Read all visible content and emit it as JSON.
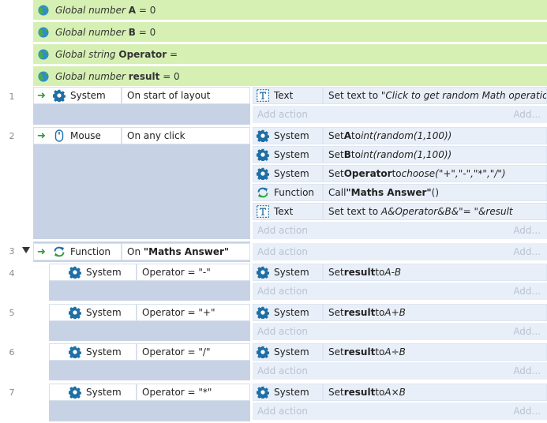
{
  "globals": [
    {
      "type": "Global number",
      "name": "A",
      "value": "= 0"
    },
    {
      "type": "Global number",
      "name": "B",
      "value": "= 0"
    },
    {
      "type": "Global string",
      "name": "Operator",
      "value": "="
    },
    {
      "type": "Global number",
      "name": "result",
      "value": "= 0"
    }
  ],
  "events": {
    "e1": {
      "num": "1",
      "object": "System",
      "condition": "On start of layout",
      "act1": {
        "object": "Text",
        "pre": "Set text to ",
        "param": "\"Click to get random Math operation\""
      }
    },
    "e2": {
      "num": "2",
      "object": "Mouse",
      "condition": "On any click",
      "act1": {
        "object": "System",
        "pre": "Set ",
        "name": "A",
        "mid": " to ",
        "param": "int(random(1,100))"
      },
      "act2": {
        "object": "System",
        "pre": "Set ",
        "name": "B",
        "mid": " to ",
        "param": "int(random(1,100))"
      },
      "act3": {
        "object": "System",
        "pre": "Set ",
        "name": "Operator",
        "mid": " to ",
        "param": "choose(\"+\",\"-\",\"*\",\"/\")"
      },
      "act4": {
        "object": "Function",
        "pre": "Call ",
        "name": "\"Maths Answer\"",
        "mid": " ()"
      },
      "act5": {
        "object": "Text",
        "pre": "Set text to ",
        "param": "A&Operator&B&\"= \"&result"
      }
    },
    "e3": {
      "num": "3",
      "object": "Function",
      "cond_pre": "On ",
      "cond_name": "\"Maths Answer\""
    },
    "e4": {
      "num": "4",
      "object": "System",
      "condition": "Operator = \"-\"",
      "act1": {
        "object": "System",
        "pre": "Set ",
        "name": "result",
        "mid": " to ",
        "param": "A-B"
      }
    },
    "e5": {
      "num": "5",
      "object": "System",
      "condition": "Operator = \"+\"",
      "act1": {
        "object": "System",
        "pre": "Set ",
        "name": "result",
        "mid": " to ",
        "param": "A+B"
      }
    },
    "e6": {
      "num": "6",
      "object": "System",
      "condition": "Operator = \"/\"",
      "act1": {
        "object": "System",
        "pre": "Set ",
        "name": "result",
        "mid": " to ",
        "param": "A÷B"
      }
    },
    "e7": {
      "num": "7",
      "object": "System",
      "condition": "Operator = \"*\"",
      "act1": {
        "object": "System",
        "pre": "Set ",
        "name": "result",
        "mid": " to ",
        "param": "A×B"
      }
    }
  },
  "labels": {
    "add_action": "Add action",
    "add_dots": "Add...",
    "trigger_arrow": "➜"
  },
  "icons": {
    "globe": "globe-icon",
    "gear": "gear-icon",
    "mouse": "mouse-icon",
    "text": "text-object-icon",
    "function": "function-icon",
    "collapse": "collapse-triangle-icon"
  },
  "colors": {
    "global_bg": "#d6f0b4",
    "event_bg": "#c7d3e5",
    "action_bg": "#e9eff8",
    "trigger": "#2f9a3a",
    "gear": "#1f6fa6"
  }
}
